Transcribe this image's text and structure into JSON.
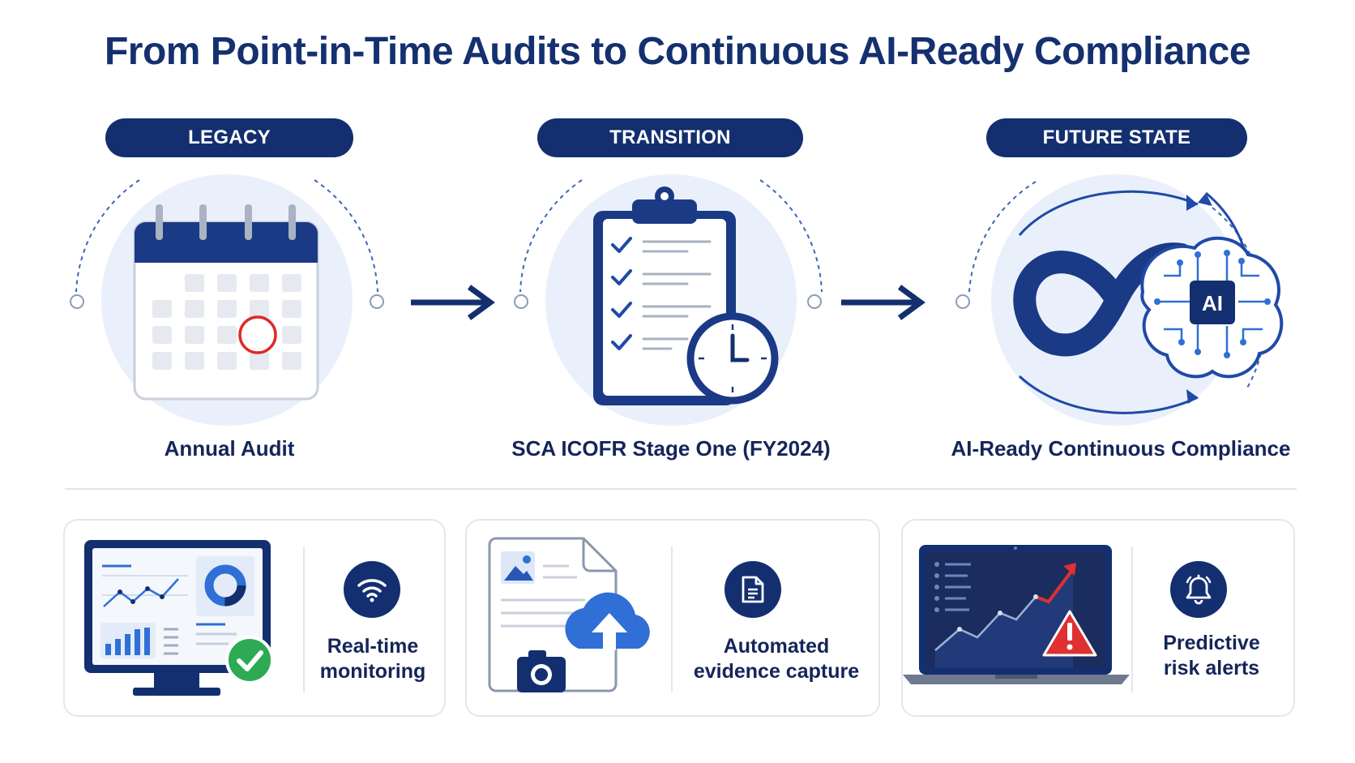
{
  "title": "From Point-in-Time Audits to Continuous AI-Ready Compliance",
  "stages": [
    {
      "pill": "LEGACY",
      "label": "Annual Audit",
      "icon": "calendar-icon"
    },
    {
      "pill": "TRANSITION",
      "label": "SCA ICOFR Stage One (FY2024)",
      "icon": "clipboard-clock-icon"
    },
    {
      "pill": "FUTURE STATE",
      "label": "AI-Ready Continuous Compliance",
      "icon": "infinity-ai-brain-icon",
      "badge": "AI"
    }
  ],
  "features": [
    {
      "label_line1": "Real-time",
      "label_line2": "monitoring",
      "icon": "wifi-icon"
    },
    {
      "label_line1": "Automated",
      "label_line2": "evidence capture",
      "icon": "document-icon"
    },
    {
      "label_line1": "Predictive",
      "label_line2": "risk alerts",
      "icon": "bell-icon"
    }
  ],
  "colors": {
    "navy": "#132f6f",
    "accent_blue": "#2f6fd6",
    "alert_red": "#e03030",
    "success_green": "#2eaa55"
  }
}
